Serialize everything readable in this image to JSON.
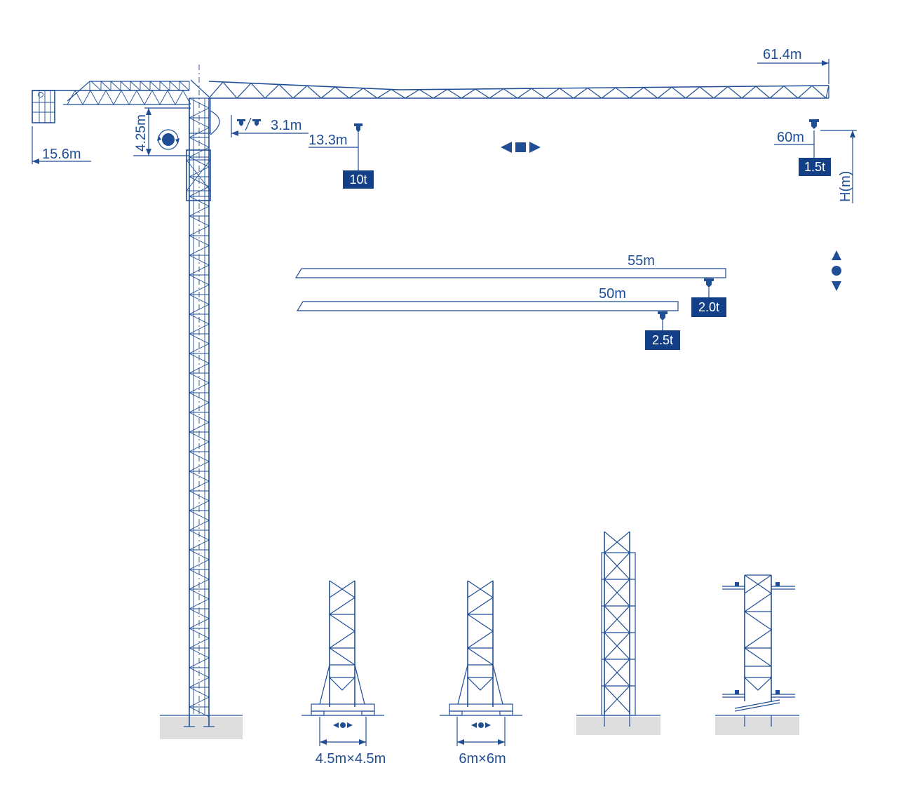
{
  "colors": {
    "line": "#1f4e96",
    "box": "#123f86",
    "ground": "#dedede"
  },
  "crane": {
    "jib_length": "61.4m",
    "counter_jib_length": "15.6m",
    "head_height": "4.25m",
    "min_radius_label": "3.1m",
    "rope_falls_icon": "hook-double-icon",
    "max_load_radius": "13.3m",
    "max_load": "10t",
    "tip_radius": "60m",
    "tip_load": "1.5t",
    "height_label": "H(m)",
    "trolley_icon": "left-right-arrows-icon",
    "hoist_icon": "up-down-arrows-icon",
    "slew_icon": "slewing-icon"
  },
  "jib_options": [
    {
      "length": "55m",
      "tip_load": "2.0t"
    },
    {
      "length": "50m",
      "tip_load": "2.5t"
    }
  ],
  "bases": [
    {
      "name": "fixed-chassis-small",
      "size_label": "4.5m×4.5m"
    },
    {
      "name": "fixed-chassis-large",
      "size_label": "6m×6m"
    },
    {
      "name": "fixed-anchor",
      "size_label": ""
    },
    {
      "name": "internal-climbing",
      "size_label": ""
    }
  ]
}
